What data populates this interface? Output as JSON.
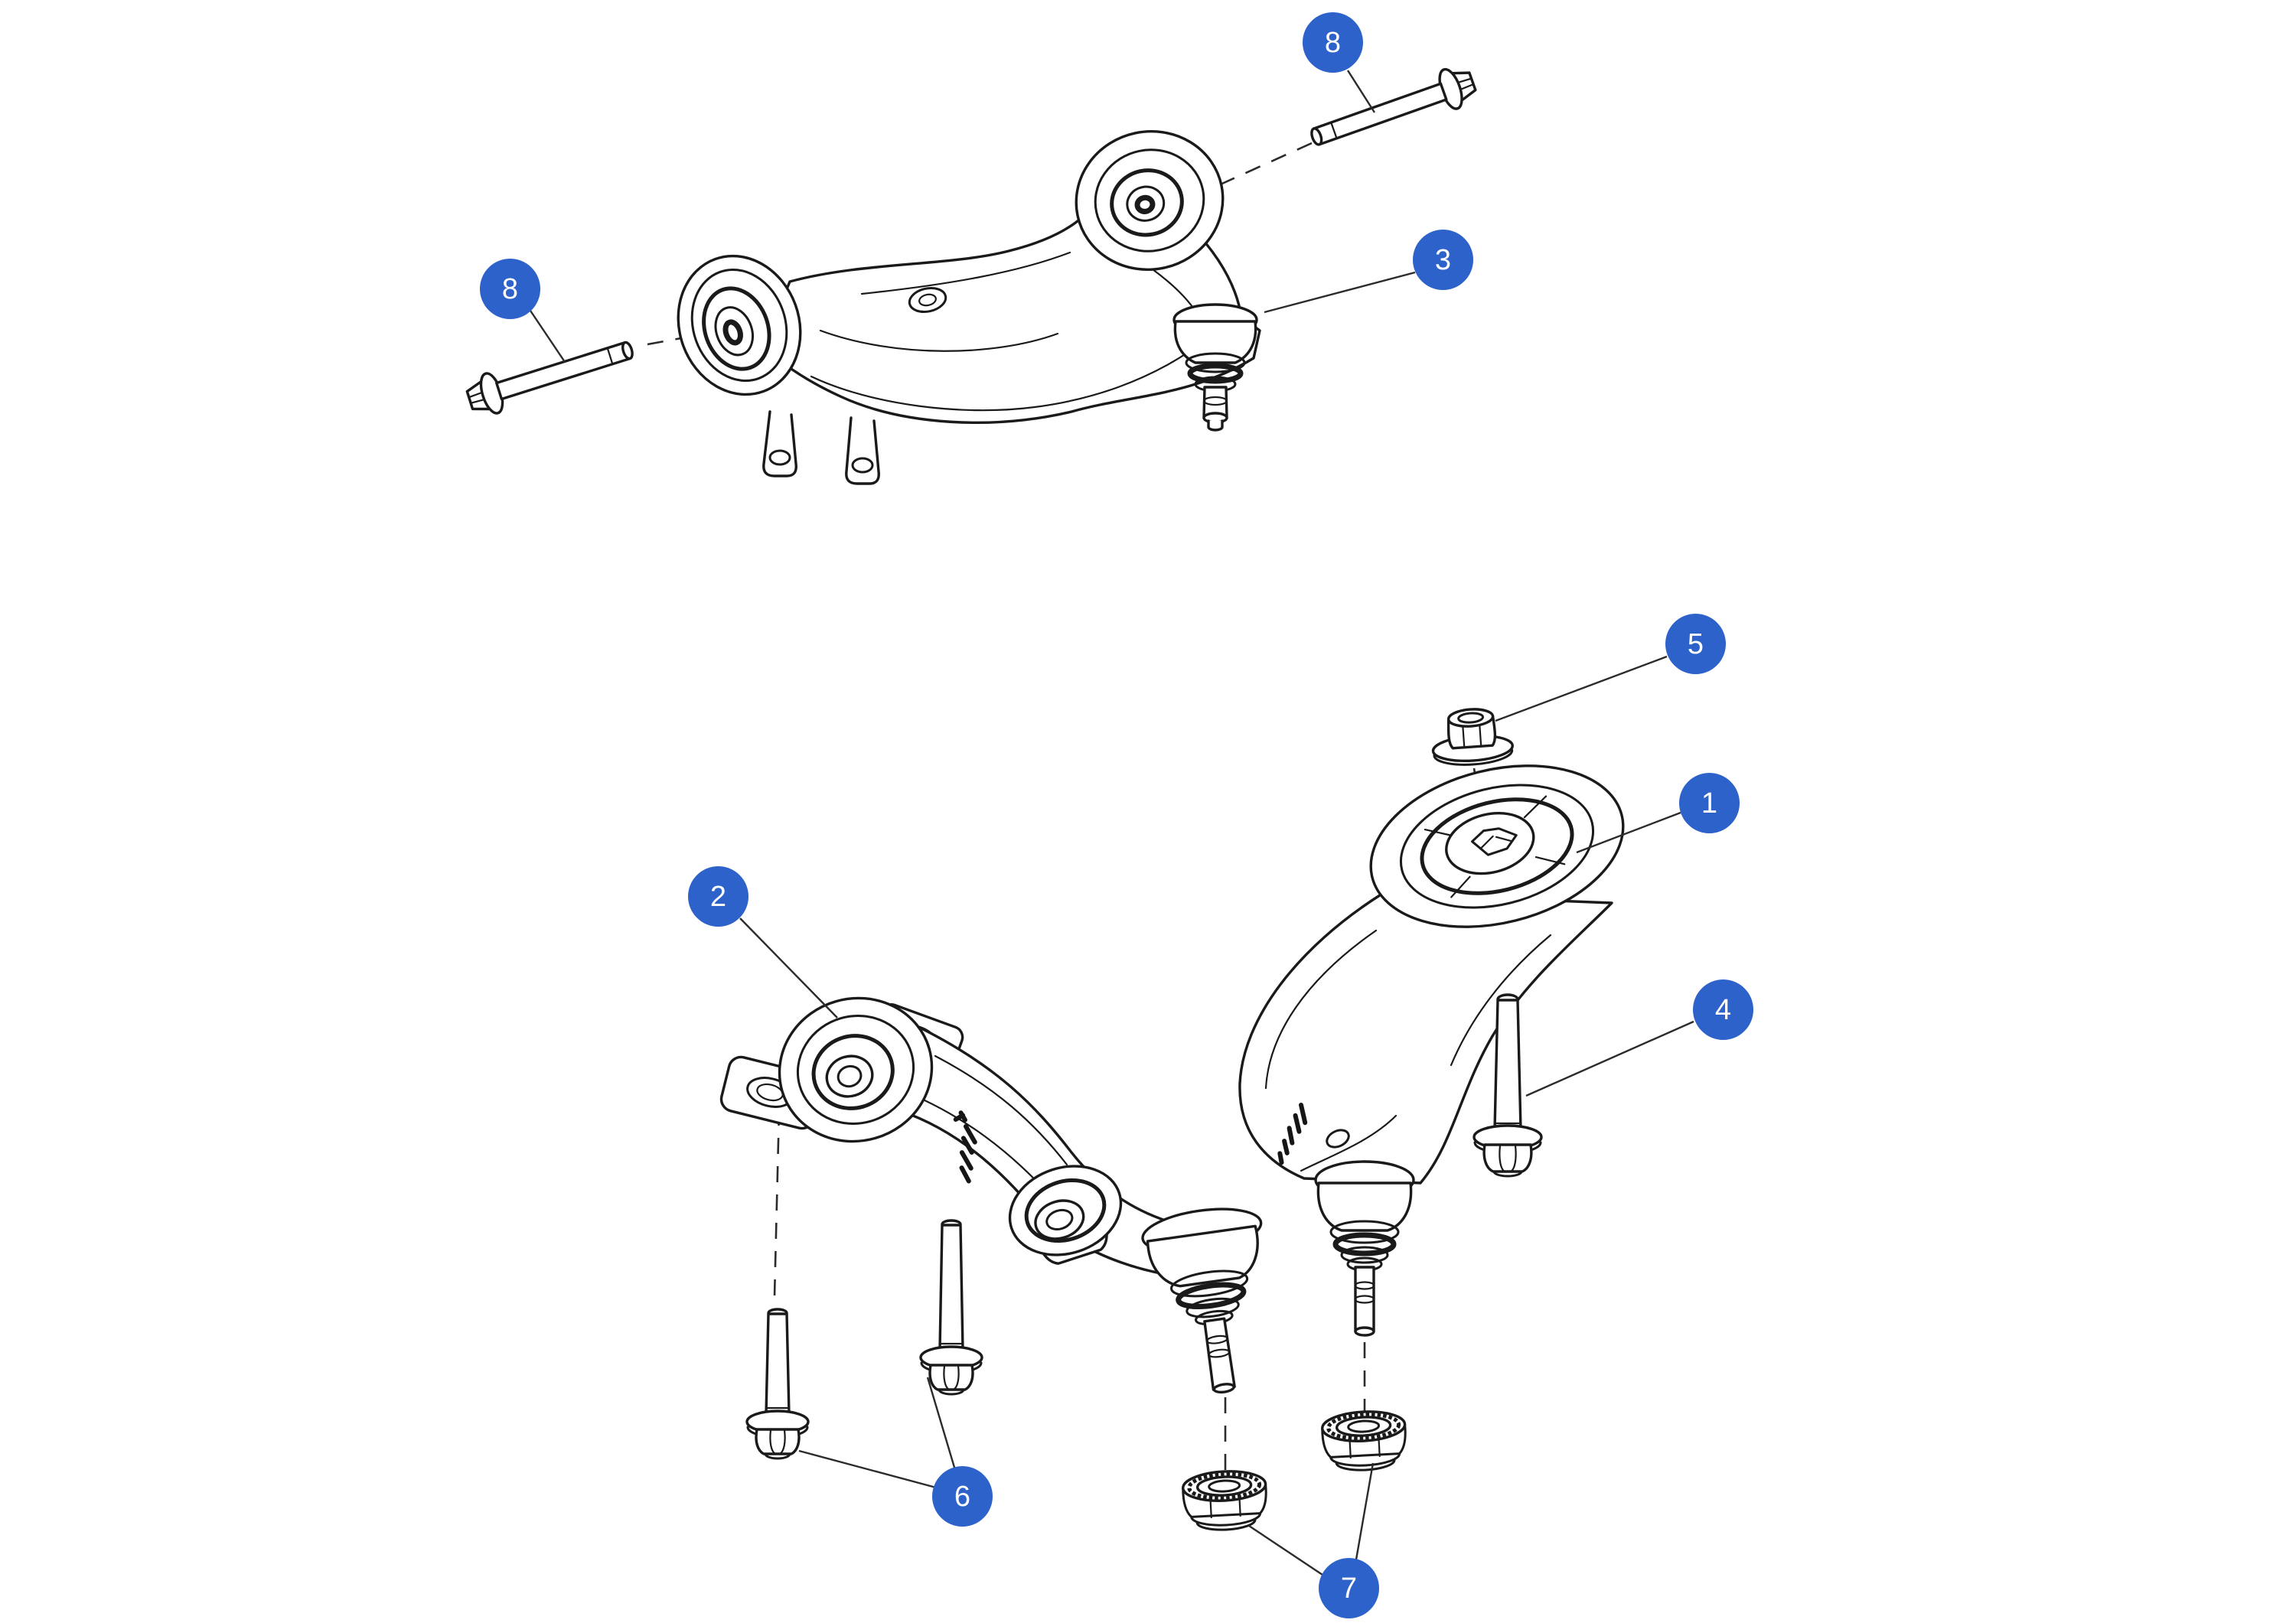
{
  "diagram": {
    "background_color": "#ffffff",
    "line_color": "#1a1a1a",
    "badge": {
      "fill_color": "#2c62c9",
      "text_color": "#ffffff"
    },
    "callouts": [
      {
        "label": "8"
      },
      {
        "label": "8"
      },
      {
        "label": "3"
      },
      {
        "label": "5"
      },
      {
        "label": "1"
      },
      {
        "label": "2"
      },
      {
        "label": "4"
      },
      {
        "label": "6"
      },
      {
        "label": "7"
      }
    ]
  }
}
